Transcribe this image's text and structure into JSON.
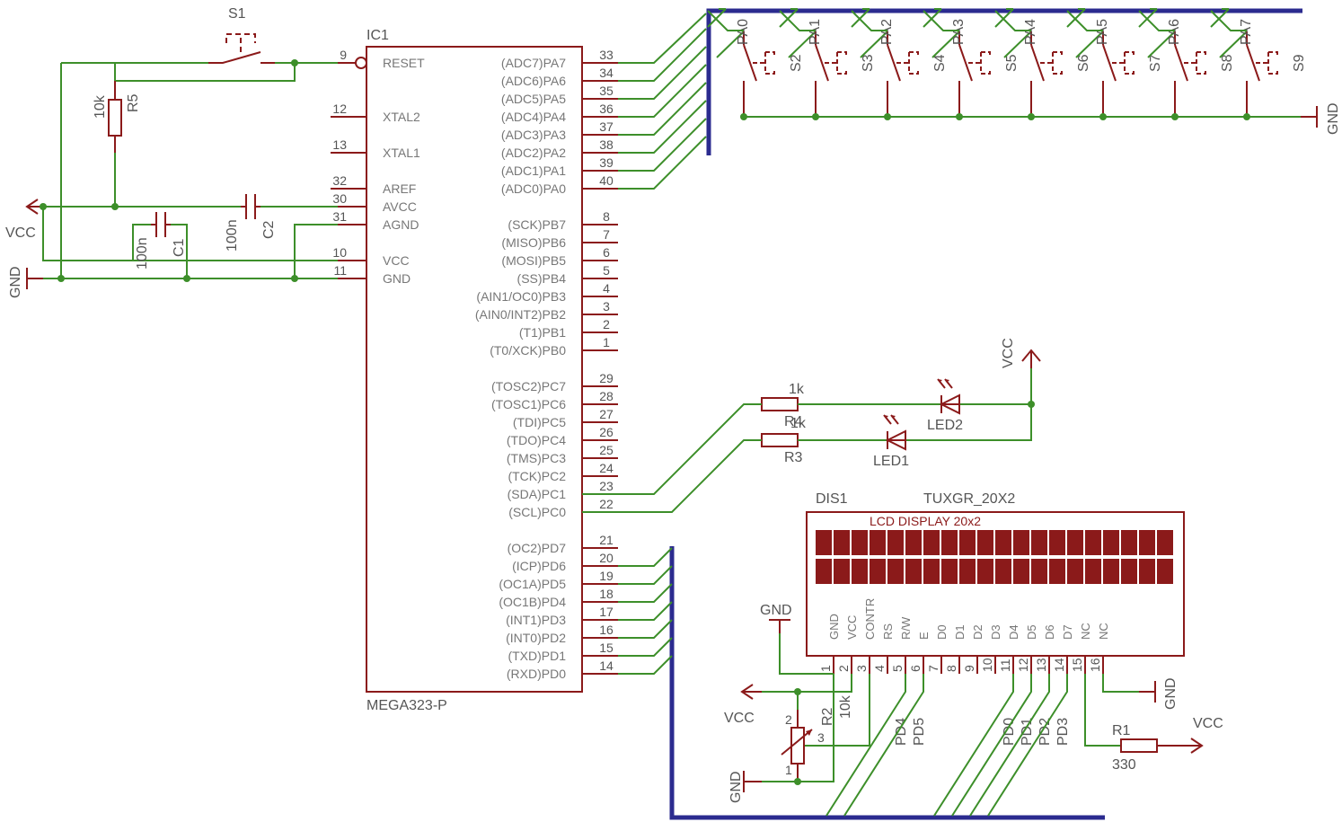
{
  "ic": {
    "name": "IC1",
    "value": "MEGA323-P",
    "left_pins": [
      {
        "num": "9",
        "label": "RESET"
      },
      {
        "num": "12",
        "label": "XTAL2"
      },
      {
        "num": "13",
        "label": "XTAL1"
      },
      {
        "num": "32",
        "label": "AREF"
      },
      {
        "num": "30",
        "label": "AVCC"
      },
      {
        "num": "31",
        "label": "AGND"
      },
      {
        "num": "10",
        "label": "VCC"
      },
      {
        "num": "11",
        "label": "GND"
      }
    ],
    "right_pins": [
      {
        "num": "33",
        "label": "(ADC7)PA7"
      },
      {
        "num": "34",
        "label": "(ADC6)PA6"
      },
      {
        "num": "35",
        "label": "(ADC5)PA5"
      },
      {
        "num": "36",
        "label": "(ADC4)PA4"
      },
      {
        "num": "37",
        "label": "(ADC3)PA3"
      },
      {
        "num": "38",
        "label": "(ADC2)PA2"
      },
      {
        "num": "39",
        "label": "(ADC1)PA1"
      },
      {
        "num": "40",
        "label": "(ADC0)PA0"
      },
      {
        "num": "8",
        "label": "(SCK)PB7"
      },
      {
        "num": "7",
        "label": "(MISO)PB6"
      },
      {
        "num": "6",
        "label": "(MOSI)PB5"
      },
      {
        "num": "5",
        "label": "(SS)PB4"
      },
      {
        "num": "4",
        "label": "(AIN1/OC0)PB3"
      },
      {
        "num": "3",
        "label": "(AIN0/INT2)PB2"
      },
      {
        "num": "2",
        "label": "(T1)PB1"
      },
      {
        "num": "1",
        "label": "(T0/XCK)PB0"
      },
      {
        "num": "29",
        "label": "(TOSC2)PC7"
      },
      {
        "num": "28",
        "label": "(TOSC1)PC6"
      },
      {
        "num": "27",
        "label": "(TDI)PC5"
      },
      {
        "num": "26",
        "label": "(TDO)PC4"
      },
      {
        "num": "25",
        "label": "(TMS)PC3"
      },
      {
        "num": "24",
        "label": "(TCK)PC2"
      },
      {
        "num": "23",
        "label": "(SDA)PC1"
      },
      {
        "num": "22",
        "label": "(SCL)PC0"
      },
      {
        "num": "21",
        "label": "(OC2)PD7"
      },
      {
        "num": "20",
        "label": "(ICP)PD6"
      },
      {
        "num": "19",
        "label": "(OC1A)PD5"
      },
      {
        "num": "18",
        "label": "(OC1B)PD4"
      },
      {
        "num": "17",
        "label": "(INT1)PD3"
      },
      {
        "num": "16",
        "label": "(INT0)PD2"
      },
      {
        "num": "15",
        "label": "(TXD)PD1"
      },
      {
        "num": "14",
        "label": "(RXD)PD0"
      }
    ]
  },
  "s1": {
    "name": "S1"
  },
  "r5": {
    "name": "R5",
    "value": "10k"
  },
  "c1": {
    "name": "C1",
    "value": "100n"
  },
  "c2": {
    "name": "C2",
    "value": "100n"
  },
  "left_vcc": "VCC",
  "left_gnd": "GND",
  "buttons": [
    {
      "net": "PA0",
      "name": "S2"
    },
    {
      "net": "PA1",
      "name": "S3"
    },
    {
      "net": "PA2",
      "name": "S4"
    },
    {
      "net": "PA3",
      "name": "S5"
    },
    {
      "net": "PA4",
      "name": "S6"
    },
    {
      "net": "PA5",
      "name": "S7"
    },
    {
      "net": "PA6",
      "name": "S8"
    },
    {
      "net": "PA7",
      "name": "S9"
    }
  ],
  "btn_gnd": "GND",
  "leds": {
    "vcc": "VCC",
    "r4_name": "R4",
    "r4_value": "1k",
    "r3_name": "R3",
    "r3_value": "1k",
    "led2": "LED2",
    "led1": "LED1"
  },
  "lcd": {
    "name": "DIS1",
    "value": "TUXGR_20X2",
    "title": "LCD DISPLAY 20x2",
    "pins": [
      {
        "num": "1",
        "label": "GND"
      },
      {
        "num": "2",
        "label": "VCC"
      },
      {
        "num": "3",
        "label": "CONTR"
      },
      {
        "num": "4",
        "label": "RS"
      },
      {
        "num": "5",
        "label": "R/W"
      },
      {
        "num": "6",
        "label": "E"
      },
      {
        "num": "7",
        "label": "D0"
      },
      {
        "num": "8",
        "label": "D1"
      },
      {
        "num": "9",
        "label": "D2"
      },
      {
        "num": "10",
        "label": "D3"
      },
      {
        "num": "11",
        "label": "D4"
      },
      {
        "num": "12",
        "label": "D5"
      },
      {
        "num": "13",
        "label": "D6"
      },
      {
        "num": "14",
        "label": "D7"
      },
      {
        "num": "15",
        "label": "NC"
      },
      {
        "num": "16",
        "label": "NC"
      }
    ],
    "gnd_top": "GND",
    "gnd_right": "GND",
    "vcc_left": "VCC",
    "gnd_bottom": "GND",
    "net_labels": [
      "PD4",
      "PD5",
      "PD0",
      "PD1",
      "PD2",
      "PD3"
    ]
  },
  "r2": {
    "name": "R2",
    "value": "10k",
    "pin1": "1",
    "pin2": "2",
    "pin3": "3"
  },
  "r1": {
    "name": "R1",
    "value": "330",
    "vcc": "VCC"
  }
}
